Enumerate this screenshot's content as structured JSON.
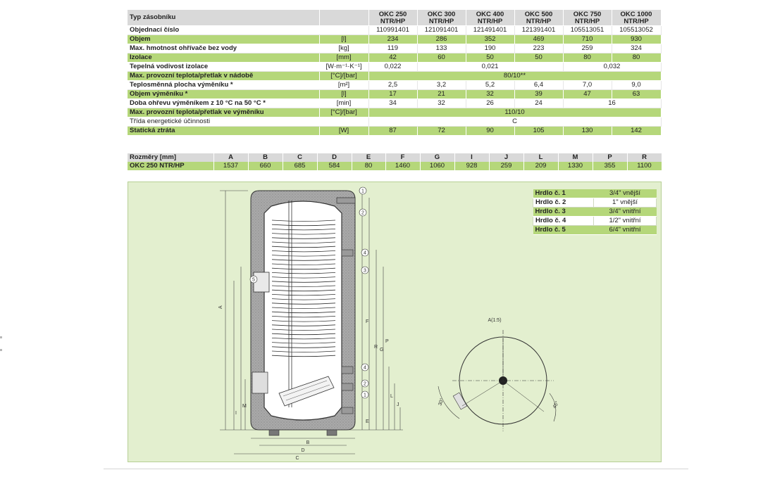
{
  "spec_table": {
    "header_label": "Typ zásobníku",
    "models": [
      [
        "OKC 250",
        "NTR/HP"
      ],
      [
        "OKC 300",
        "NTR/HP"
      ],
      [
        "OKC 400",
        "NTR/HP"
      ],
      [
        "OKC 500",
        "NTR/HP"
      ],
      [
        "OKC 750",
        "NTR/HP"
      ],
      [
        "OKC 1000",
        "NTR/HP"
      ]
    ],
    "rows": [
      {
        "label": "Objednací číslo",
        "unit": "",
        "values": [
          "110991401",
          "121091401",
          "121491401",
          "121391401",
          "105513051",
          "105513052"
        ]
      },
      {
        "label": "Objem",
        "unit": "[l]",
        "values": [
          "234",
          "286",
          "352",
          "469",
          "710",
          "930"
        ]
      },
      {
        "label": "Max. hmotnost ohřívače bez vody",
        "unit": "[kg]",
        "values": [
          "119",
          "133",
          "190",
          "223",
          "259",
          "324"
        ]
      },
      {
        "label": "Izolace",
        "unit": "[mm]",
        "values": [
          "42",
          "60",
          "50",
          "50",
          "80",
          "80"
        ]
      },
      {
        "label": "Tepelná vodivost izolace",
        "unit": "[W·m⁻¹·K⁻¹]",
        "values": [
          "0,022",
          "0,021",
          "0,032"
        ]
      },
      {
        "label": "Max. provozní teplota/přetlak v nádobě",
        "unit": "[°C]/[bar]",
        "values": [
          "80/10**"
        ]
      },
      {
        "label": "Teplosměnná plocha výměníku *",
        "unit": "[m²]",
        "values": [
          "2,5",
          "3,2",
          "5,2",
          "6,4",
          "7,0",
          "9,0"
        ]
      },
      {
        "label": "Objem výměníku *",
        "unit": "[l]",
        "values": [
          "17",
          "21",
          "32",
          "39",
          "47",
          "63"
        ]
      },
      {
        "label": "Doba ohřevu výměníkem z 10 °C na 50 °C *",
        "unit": "[min]",
        "values": [
          "34",
          "32",
          "26",
          "24",
          "16"
        ]
      },
      {
        "label": "Max. provozní teplota/přetlak ve výměníku",
        "unit": "[°C]/[bar]",
        "values": [
          "110/10"
        ]
      },
      {
        "label": "Třída energetické účinnosti",
        "unit": "",
        "values": [
          "C"
        ]
      },
      {
        "label": "Statická ztráta",
        "unit": "[W]",
        "values": [
          "87",
          "72",
          "90",
          "105",
          "130",
          "142"
        ]
      }
    ]
  },
  "dims_table": {
    "header": [
      "Rozměry [mm]",
      "A",
      "B",
      "C",
      "D",
      "E",
      "F",
      "G",
      "I",
      "J",
      "L",
      "M",
      "P",
      "R"
    ],
    "row": [
      "OKC 250 NTR/HP",
      "1537",
      "660",
      "685",
      "584",
      "80",
      "1460",
      "1060",
      "928",
      "259",
      "209",
      "1330",
      "355",
      "1100"
    ]
  },
  "hrdla": [
    {
      "name": "Hrdlo č. 1",
      "value": "3/4\" vnější"
    },
    {
      "name": "Hrdlo č. 2",
      "value": "1\" vnější"
    },
    {
      "name": "Hrdlo č. 3",
      "value": "3/4\" vnitřní"
    },
    {
      "name": "Hrdlo č. 4",
      "value": "1/2\" vnitřní"
    },
    {
      "name": "Hrdlo č. 5",
      "value": "6/4\" vnitřní"
    }
  ],
  "drawing": {
    "detail_label": "A(1:5)",
    "angle_a": "30°",
    "angle_b": "45°",
    "callouts": [
      "1",
      "2",
      "3",
      "4",
      "5"
    ],
    "dim_letters": [
      "A",
      "B",
      "C",
      "D",
      "E",
      "F",
      "G",
      "I",
      "J",
      "L",
      "M",
      "P",
      "R"
    ]
  }
}
